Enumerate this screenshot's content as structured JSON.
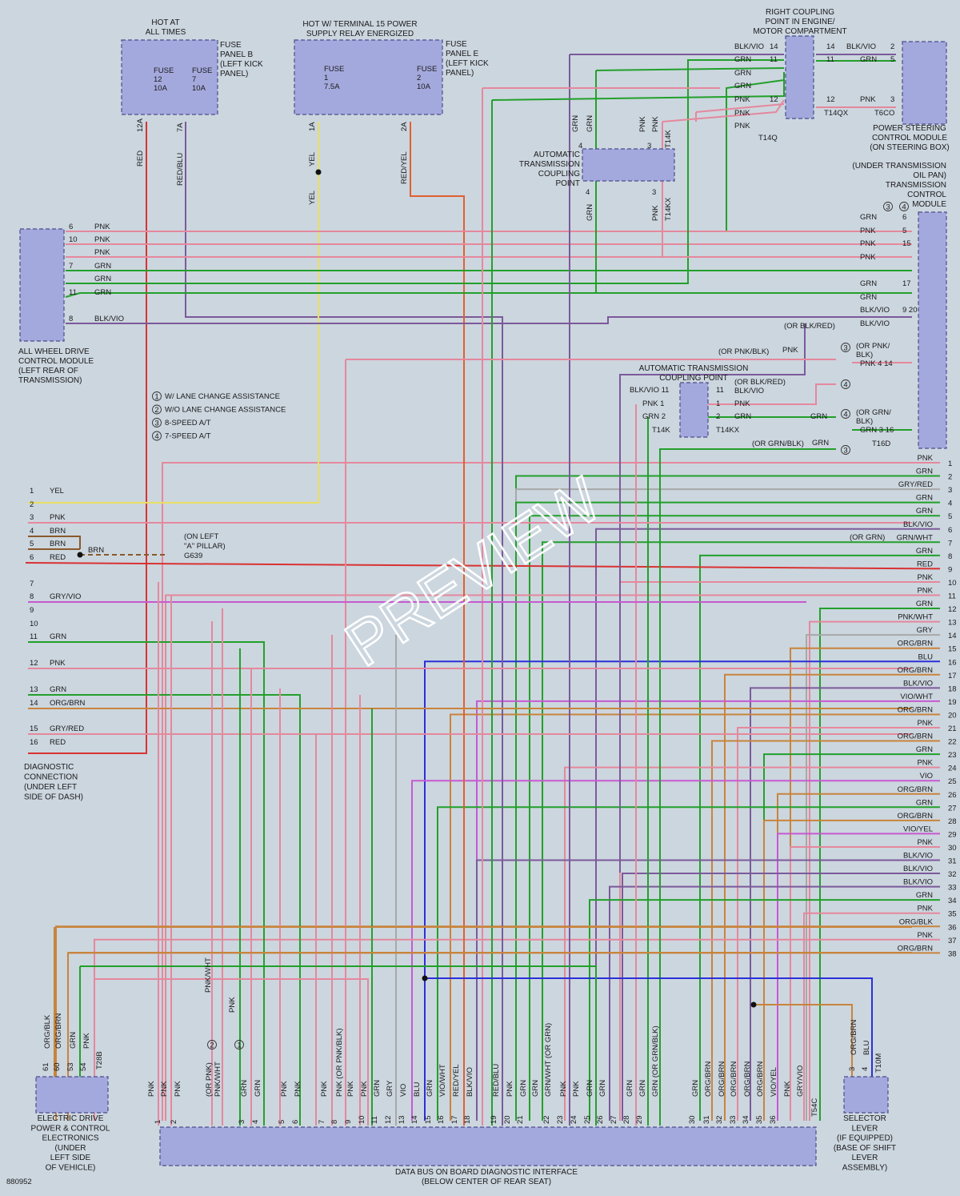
{
  "colors": {
    "background": "#ccd6df",
    "module_fill": "#a4a9dd",
    "module_stroke": "#4a4e8c",
    "GRN": "#22a02a",
    "PNK": "#e5889c",
    "BLKVIO": "#7b5a9a",
    "RED": "#d93232",
    "YEL": "#e8e060",
    "BLU": "#2a30d8",
    "ORGBRN": "#c8843c",
    "GRY": "#a8a8a8",
    "VIO": "#c65ad0",
    "BRN": "#8a5a2a",
    "REDYEL": "#e06030"
  },
  "fuse_panel_b": {
    "hot_label": "HOT AT\nALL TIMES",
    "name": "FUSE\nPANEL B\n(LEFT KICK\nPANEL)",
    "fuse1": "FUSE\n12\n10A",
    "fuse2": "FUSE\n7\n10A",
    "pin1": "12A",
    "pin2": "7A",
    "wire1": "RED",
    "wire2": "RED/BLU"
  },
  "fuse_panel_e": {
    "hot_label": "HOT W/ TERMINAL 15 POWER\nSUPPLY RELAY ENERGIZED",
    "name": "FUSE\nPANEL E\n(LEFT KICK\nPANEL)",
    "fuse1": "FUSE\n1\n7.5A",
    "fuse2": "FUSE\n2\n10A",
    "pin1": "1A",
    "pin2": "2A",
    "wire1": "YEL",
    "wire2": "RED/YEL"
  },
  "right_coupling": {
    "label": "RIGHT COUPLING\nPOINT IN ENGINE/\nMOTOR COMPARTMENT",
    "left_pins": [
      "14",
      "11",
      "12"
    ],
    "left_wires": [
      "BLK/VIO",
      "GRN",
      "GRN",
      "GRN",
      "PNK",
      "PNK",
      "PNK"
    ],
    "right_pins": [
      "14",
      "11",
      "12"
    ],
    "t14q": "T14Q",
    "t14qx": "T14QX"
  },
  "power_steering": {
    "label": "POWER STEERING\nCONTROL MODULE\n(ON STEERING BOX)",
    "wires": [
      "BLK/VIO",
      "GRN",
      "PNK"
    ],
    "pins": [
      "2",
      "5",
      "3"
    ],
    "connector": "T6CO"
  },
  "at_coupling_top": {
    "label": "AUTOMATIC\nTRANSMISSION\nCOUPLING\nPOINT",
    "top_wires": [
      "GRN",
      "GRN",
      "PNK",
      "PNK"
    ],
    "pins_top": [
      "4",
      "3"
    ],
    "pins_bottom": [
      "4",
      "3"
    ],
    "bottom_wires": [
      "GRN",
      "PNK"
    ],
    "connector_top": "T14K",
    "connector_bottom": "T14KX"
  },
  "tcm": {
    "label": "(UNDER TRANSMISSION\nOIL PAN)\nTRANSMISSION\nCONTROL\nMODULE",
    "circled": [
      "3",
      "4"
    ],
    "rows": [
      {
        "wire": "GRN",
        "pin": "6"
      },
      {
        "wire": "PNK",
        "pin": "5"
      },
      {
        "wire": "PNK",
        "pin": "15"
      },
      {
        "wire": "PNK",
        "pin": ""
      },
      {
        "wire": "GRN",
        "pin": "17"
      },
      {
        "wire": "GRN",
        "pin": ""
      },
      {
        "wire": "BLK/VIO",
        "pin": "9  20"
      },
      {
        "wire": "BLK/VIO",
        "pin": ""
      }
    ],
    "or_blk_red": "(OR BLK/RED)",
    "or_pnk_blk": "(OR PNK/BLK)",
    "pnk": "PNK",
    "or_pnk_blk2": "(OR PNK/\nBLK)",
    "pnk_pins": "PNK  4   14",
    "or_grn_blk": "(OR GRN/\nBLK)",
    "grn_pins": "GRN  3   16",
    "or_grn_blk2": "(OR GRN/BLK)",
    "grn": "GRN",
    "connector": "T16D"
  },
  "at_coupling_mid": {
    "label": "AUTOMATIC TRANSMISSION\nCOUPLING POINT",
    "left": [
      "BLK/VIO  11",
      "PNK  1",
      "GRN  2"
    ],
    "right": [
      "11",
      "1",
      "2"
    ],
    "right_wires": [
      "(OR BLK/RED)\nBLK/VIO",
      "PNK",
      "GRN"
    ],
    "grn_extra": "GRN",
    "connector_left": "T14K",
    "connector_right": "T14KX"
  },
  "awd": {
    "label": "ALL WHEEL DRIVE\nCONTROL MODULE\n(LEFT REAR OF\nTRANSMISSION)",
    "rows": [
      {
        "pin": "6",
        "wire": "PNK"
      },
      {
        "pin": "10",
        "wire": "PNK"
      },
      {
        "pin": "",
        "wire": "PNK"
      },
      {
        "pin": "7",
        "wire": "GRN"
      },
      {
        "pin": "",
        "wire": "GRN"
      },
      {
        "pin": "11",
        "wire": "GRN"
      },
      {
        "pin": "8",
        "wire": "BLK/VIO"
      }
    ]
  },
  "legend": [
    {
      "n": "1",
      "text": "W/ LANE CHANGE ASSISTANCE"
    },
    {
      "n": "2",
      "text": "W/O LANE CHANGE ASSISTANCE"
    },
    {
      "n": "3",
      "text": "8-SPEED A/T"
    },
    {
      "n": "4",
      "text": "7-SPEED A/T"
    }
  ],
  "diagnostic": {
    "label": "DIAGNOSTIC\nCONNECTION\n(UNDER LEFT\nSIDE OF DASH)",
    "rows": [
      {
        "pin": "1",
        "wire": "YEL"
      },
      {
        "pin": "2",
        "wire": ""
      },
      {
        "pin": "3",
        "wire": "PNK"
      },
      {
        "pin": "4",
        "wire": "BRN"
      },
      {
        "pin": "5",
        "wire": "BRN"
      },
      {
        "pin": "6",
        "wire": "RED"
      },
      {
        "pin": "7",
        "wire": ""
      },
      {
        "pin": "8",
        "wire": "GRY/VIO"
      },
      {
        "pin": "9",
        "wire": ""
      },
      {
        "pin": "10",
        "wire": ""
      },
      {
        "pin": "11",
        "wire": "GRN"
      },
      {
        "pin": "12",
        "wire": "PNK"
      },
      {
        "pin": "13",
        "wire": "GRN"
      },
      {
        "pin": "14",
        "wire": "ORG/BRN"
      },
      {
        "pin": "15",
        "wire": "GRY/RED"
      },
      {
        "pin": "16",
        "wire": "RED"
      }
    ],
    "brn_label": "BRN",
    "ground_label": "(ON LEFT\n\"A\" PILLAR)",
    "ground_name": "G639"
  },
  "right_rows": [
    {
      "pin": "1",
      "wire": "PNK"
    },
    {
      "pin": "2",
      "wire": "GRN"
    },
    {
      "pin": "3",
      "wire": "GRY/RED"
    },
    {
      "pin": "4",
      "wire": "GRN"
    },
    {
      "pin": "5",
      "wire": "GRN"
    },
    {
      "pin": "6",
      "wire": "BLK/VIO"
    },
    {
      "pin": "7",
      "wire": "GRN/WHT"
    },
    {
      "pin": "8",
      "wire": "GRN"
    },
    {
      "pin": "9",
      "wire": "RED"
    },
    {
      "pin": "10",
      "wire": "PNK"
    },
    {
      "pin": "11",
      "wire": "PNK"
    },
    {
      "pin": "12",
      "wire": "GRN"
    },
    {
      "pin": "13",
      "wire": "PNK/WHT"
    },
    {
      "pin": "14",
      "wire": "GRY"
    },
    {
      "pin": "15",
      "wire": "ORG/BRN"
    },
    {
      "pin": "16",
      "wire": "BLU"
    },
    {
      "pin": "17",
      "wire": "ORG/BRN"
    },
    {
      "pin": "18",
      "wire": "BLK/VIO"
    },
    {
      "pin": "19",
      "wire": "VIO/WHT"
    },
    {
      "pin": "20",
      "wire": "ORG/BRN"
    },
    {
      "pin": "21",
      "wire": "PNK"
    },
    {
      "pin": "22",
      "wire": "ORG/BRN"
    },
    {
      "pin": "23",
      "wire": "GRN"
    },
    {
      "pin": "24",
      "wire": "PNK"
    },
    {
      "pin": "25",
      "wire": "VIO"
    },
    {
      "pin": "26",
      "wire": "ORG/BRN"
    },
    {
      "pin": "27",
      "wire": "GRN"
    },
    {
      "pin": "28",
      "wire": "ORG/BRN"
    },
    {
      "pin": "29",
      "wire": "VIO/YEL"
    },
    {
      "pin": "30",
      "wire": "PNK"
    },
    {
      "pin": "31",
      "wire": "BLK/VIO"
    },
    {
      "pin": "32",
      "wire": "BLK/VIO"
    },
    {
      "pin": "33",
      "wire": "BLK/VIO"
    },
    {
      "pin": "34",
      "wire": "GRN"
    },
    {
      "pin": "35",
      "wire": "PNK"
    },
    {
      "pin": "36",
      "wire": "ORG/BLK"
    },
    {
      "pin": "37",
      "wire": "PNK"
    },
    {
      "pin": "38",
      "wire": "ORG/BRN"
    }
  ],
  "or_grn": "(OR GRN)",
  "electric_drive": {
    "label": "ELECTRIC DRIVE\nPOWER & CONTROL\nELECTRONICS\n(UNDER\nLEFT SIDE\nOF VEHICLE)",
    "wires": [
      "ORG/BLK",
      "ORG/BRN",
      "GRN",
      "PNK"
    ],
    "pins": [
      "61",
      "60",
      "53",
      "54"
    ],
    "connector": "T28B"
  },
  "data_bus": {
    "label": "DATA BUS ON BOARD DIAGNOSTIC INTERFACE\n(BELOW CENTER OF REAR SEAT)",
    "connector": "T54C",
    "bottom_wires": [
      "PNK",
      "PNK",
      "PNK",
      "(OR PNK)\nPNK/WHT",
      "GRN",
      "GRN",
      "PNK",
      "PNK",
      "PNK",
      "PNK (OR PNK/BLK)",
      "PNK",
      "PNK",
      "GRN",
      "GRY",
      "VIO",
      "BLU",
      "GRN",
      "VIO/WHT",
      "RED/YEL",
      "BLK/VIO",
      "RED/BLU",
      "PNK",
      "GRN",
      "GRN",
      "GRN/WHT (OR GRN)",
      "PNK",
      "PNK",
      "GRN",
      "GRN",
      "GRN",
      "GRN",
      "GRN (OR GRN/BLK)",
      "GRN",
      "ORG/BRN",
      "ORG/BRN",
      "ORG/BRN",
      "ORG/BRN",
      "ORG/BRN",
      "VIO/YEL",
      "PNK",
      "GRY/VIO"
    ],
    "pins": [
      "1",
      "2",
      "3",
      "4",
      "5",
      "6",
      "7",
      "8",
      "9",
      "10",
      "11",
      "12",
      "13",
      "14",
      "15",
      "16",
      "17",
      "18",
      "19",
      "20",
      "21",
      "22",
      "23",
      "24",
      "25",
      "26",
      "27",
      "28",
      "29",
      "30",
      "31",
      "32",
      "33",
      "34",
      "35",
      "36"
    ],
    "mid_labels": [
      "PNK/WHT",
      "PNK"
    ],
    "mid_circles": [
      "2",
      "1"
    ]
  },
  "selector": {
    "label": "SELECTOR\nLEVER\n(IF EQUIPPED)\n(BASE OF SHIFT\nLEVER\nASSEMBLY)",
    "wires": [
      "ORG/BRN",
      "BLU"
    ],
    "pins": [
      "3",
      "4"
    ],
    "connector": "T10M"
  },
  "figure_id": "880952",
  "watermark": "PREVIEW"
}
